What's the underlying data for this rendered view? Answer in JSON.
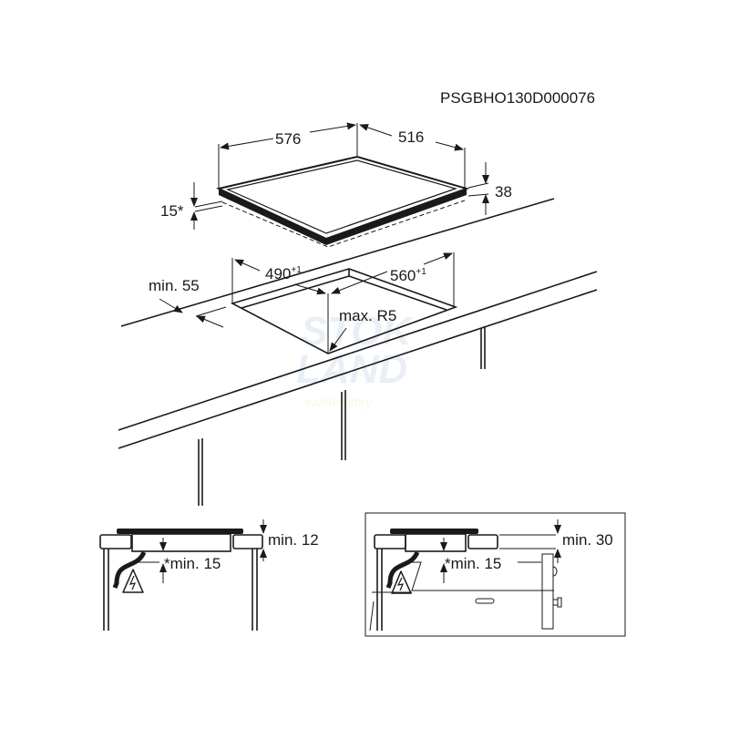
{
  "code": "PSGBHO130D000076",
  "hob": {
    "width": "576",
    "depth": "516",
    "height": "38",
    "gap": "15*"
  },
  "cutout": {
    "depth": "490",
    "depth_tol": "+1",
    "width": "560",
    "width_tol": "+1",
    "edge_min": "min. 55",
    "radius": "max. R5"
  },
  "section_left": {
    "top_clear": "min. 12",
    "below_clear": "*min. 15"
  },
  "section_right": {
    "top_clear": "min. 30",
    "below_clear": "*min. 15"
  },
  "watermark": {
    "line1": "STOK",
    "line2": "LAND",
    "line3": "saleterritory"
  },
  "icons": [
    "electric-hazard-icon"
  ]
}
